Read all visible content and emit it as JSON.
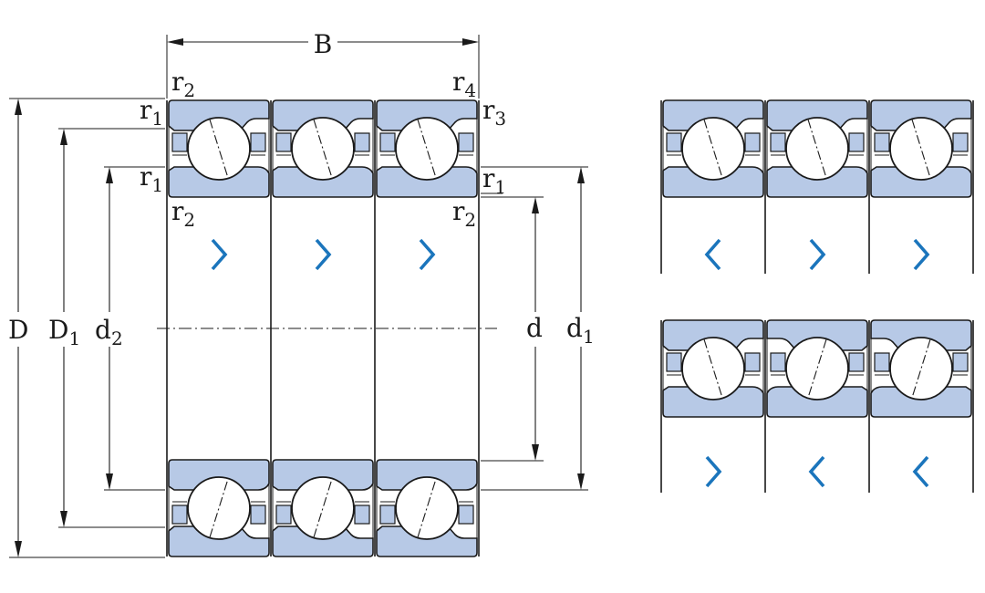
{
  "colors": {
    "ring_fill": "#b7c9e6",
    "line": "#1a1a1a",
    "chevron": "#1b75bc"
  },
  "labels": {
    "B": "B",
    "D": {
      "main": "D",
      "sub": ""
    },
    "D1": {
      "main": "D",
      "sub": "1"
    },
    "d2": {
      "main": "d",
      "sub": "2"
    },
    "d": {
      "main": "d",
      "sub": ""
    },
    "d1": {
      "main": "d",
      "sub": "1"
    },
    "r1_top": {
      "main": "r",
      "sub": "1"
    },
    "r1_mid": {
      "main": "r",
      "sub": "1"
    },
    "r2_top": {
      "main": "r",
      "sub": "2"
    },
    "r2_below_left": {
      "main": "r",
      "sub": "2"
    },
    "r2_below_right": {
      "main": "r",
      "sub": "2"
    },
    "r4": {
      "main": "r",
      "sub": "4"
    },
    "r3": {
      "main": "r",
      "sub": "3"
    },
    "r1_right": {
      "main": "r",
      "sub": "1"
    }
  },
  "arrangements": {
    "main": [
      "right",
      "right",
      "right"
    ],
    "top_right": [
      "left",
      "right",
      "right"
    ],
    "bottom_right": [
      "right",
      "left",
      "left"
    ]
  }
}
